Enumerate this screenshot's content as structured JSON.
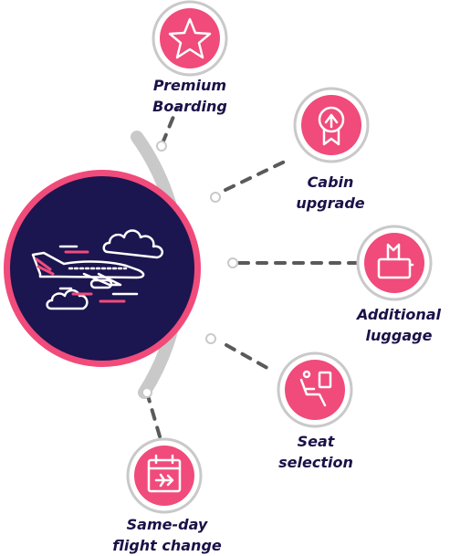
{
  "colors": {
    "navy": "#1b1550",
    "pink": "#f04b7a",
    "grey": "#c9c9c9",
    "dash": "#5a5a5a"
  },
  "services": [
    {
      "icon": "star-icon",
      "line1": "Premium",
      "line2": "Boarding"
    },
    {
      "icon": "ribbon-badge-icon",
      "line1": "Cabin",
      "line2": "upgrade"
    },
    {
      "icon": "luggage-icon",
      "line1": "Additional",
      "line2": "luggage"
    },
    {
      "icon": "seat-icon",
      "line1": "Seat",
      "line2": "selection"
    },
    {
      "icon": "calendar-plane-icon",
      "line1": "Same-day",
      "line2": "flight change"
    }
  ],
  "hub": {
    "icon": "airplane-clouds-icon"
  }
}
